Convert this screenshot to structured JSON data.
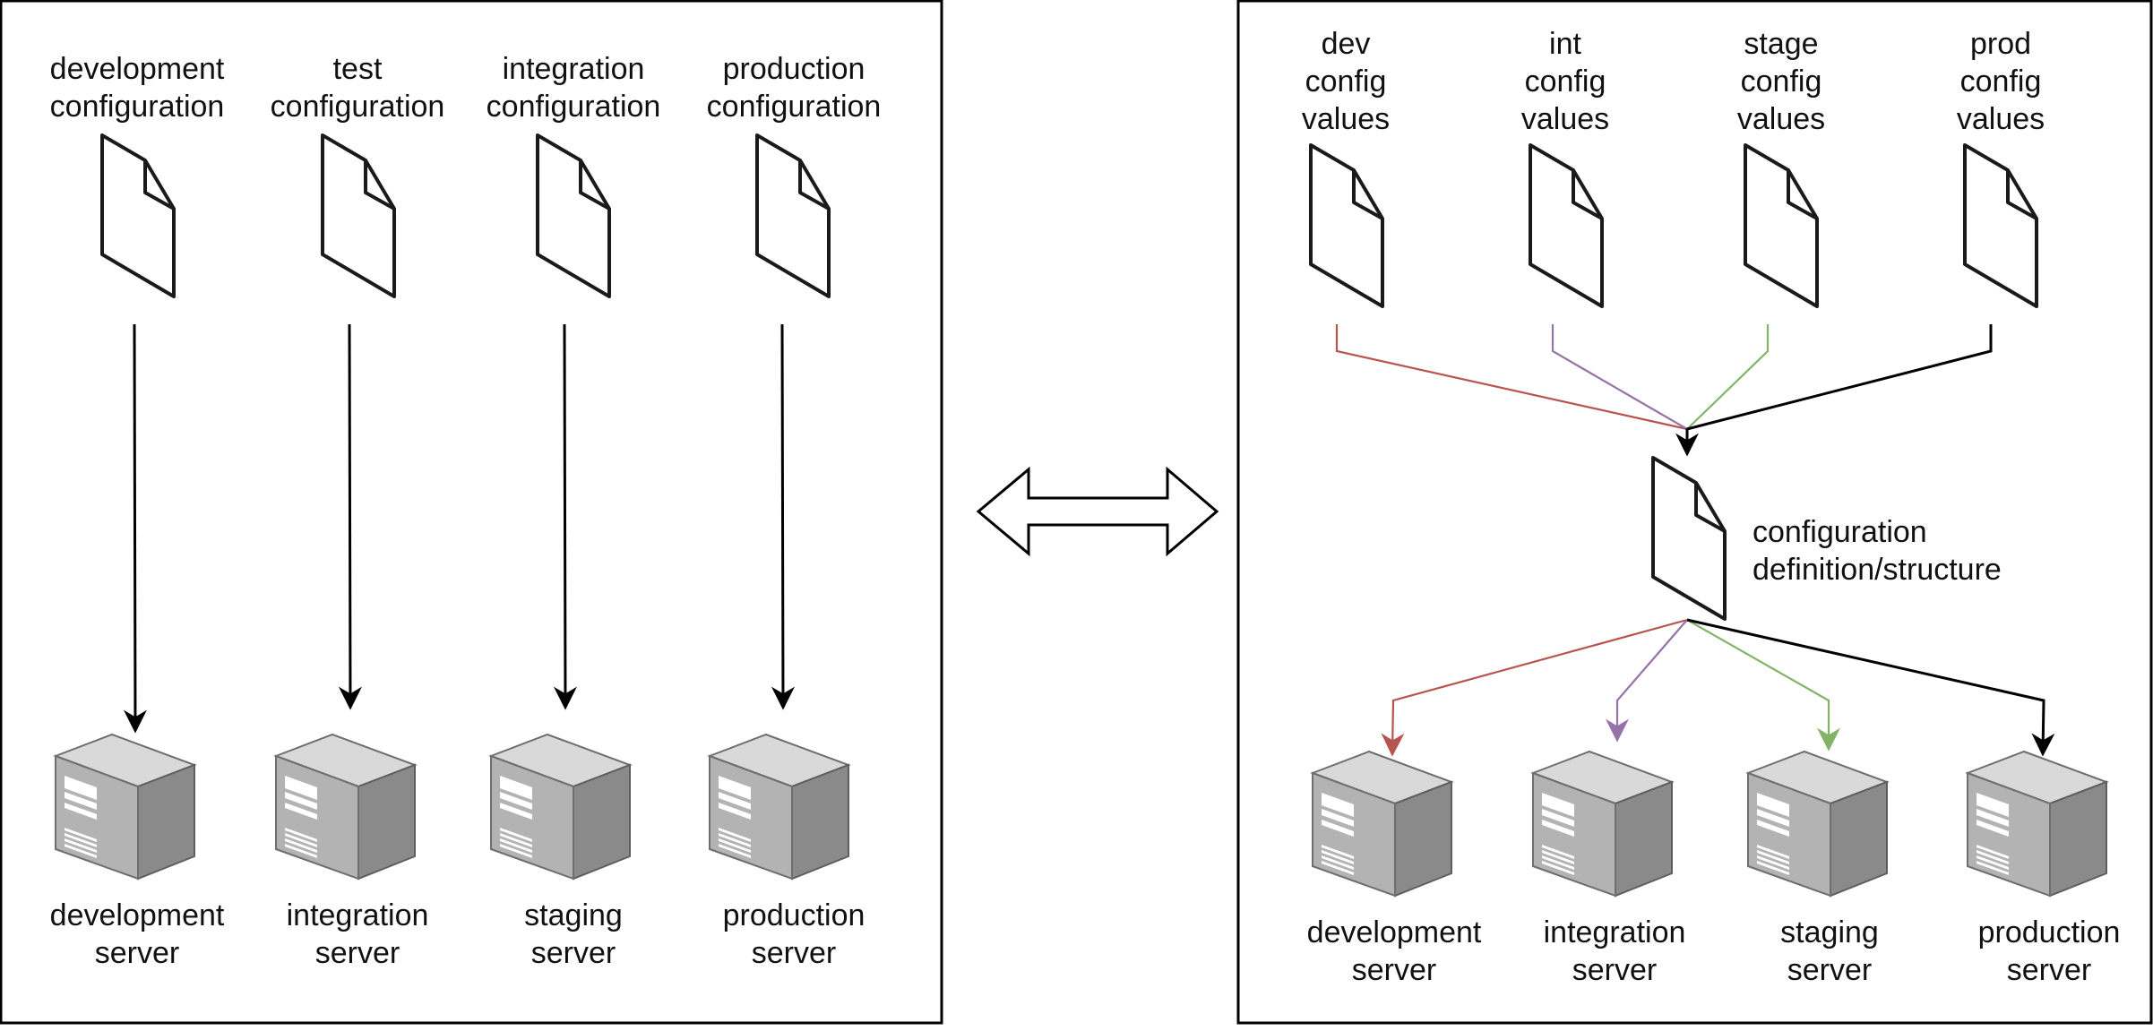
{
  "left_panel": {
    "config_files": [
      {
        "label": "development\nconfiguration"
      },
      {
        "label": "test\nconfiguration"
      },
      {
        "label": "integration\nconfiguration"
      },
      {
        "label": "production\nconfiguration"
      }
    ],
    "servers": [
      {
        "label": "development\nserver"
      },
      {
        "label": "integration\nserver"
      },
      {
        "label": "staging\nserver"
      },
      {
        "label": "production\nserver"
      }
    ]
  },
  "right_panel": {
    "value_files": [
      {
        "label": "dev\nconfig\nvalues",
        "line_color": "#b85450"
      },
      {
        "label": "int\nconfig\nvalues",
        "line_color": "#9673a6"
      },
      {
        "label": "stage\nconfig\nvalues",
        "line_color": "#82b366"
      },
      {
        "label": "prod\nconfig\nvalues",
        "line_color": "#000000"
      }
    ],
    "definition": {
      "label": "configuration\ndefinition/structure"
    },
    "servers": [
      {
        "label": "development\nserver",
        "arrow_color": "#b85450"
      },
      {
        "label": "integration\nserver",
        "arrow_color": "#9673a6"
      },
      {
        "label": "staging\nserver",
        "arrow_color": "#82b366"
      },
      {
        "label": "production\nserver",
        "arrow_color": "#000000"
      }
    ]
  },
  "icons": {
    "document": "document-icon",
    "server": "server-icon",
    "double_arrow": "double-arrow-icon"
  }
}
